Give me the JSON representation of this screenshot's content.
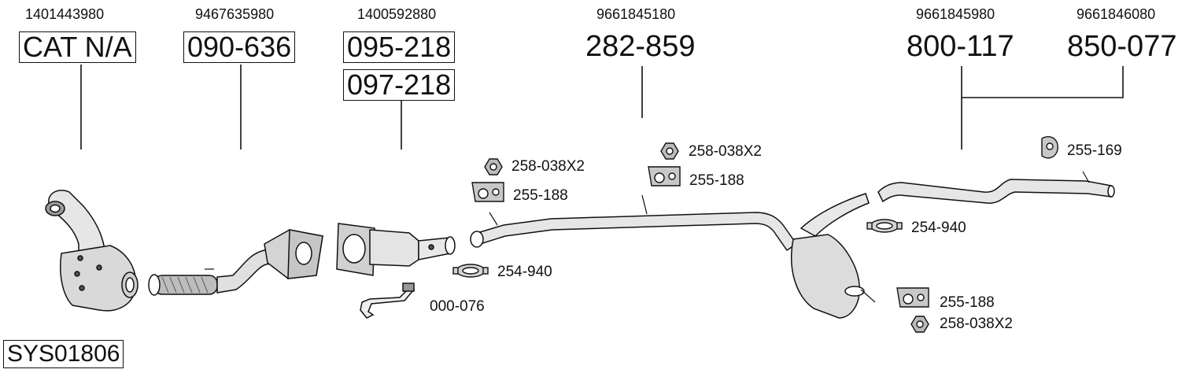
{
  "columns": [
    {
      "oem": "1401443980",
      "parts": [
        "CAT N/A"
      ]
    },
    {
      "oem": "9467635980",
      "parts": [
        "090-636"
      ]
    },
    {
      "oem": "1400592880",
      "parts": [
        "095-218",
        "097-218"
      ]
    },
    {
      "oem": "9661845180",
      "parts": [
        "282-859"
      ]
    },
    {
      "oem": "9661845980",
      "parts": [
        "800-117"
      ]
    },
    {
      "oem": "9661846080",
      "parts": [
        "850-077"
      ]
    }
  ],
  "fitting_labels": {
    "nut_a": "258-038X2",
    "bracket_a": "255-188",
    "nut_b": "258-038X2",
    "bracket_b": "255-188",
    "clamp_a": "254-940",
    "sensor_pipe": "000-076",
    "clamp_b": "254-940",
    "hanger_top": "255-169",
    "bracket_c": "255-188",
    "nut_c": "258-038X2"
  },
  "system_id": "SYS01806"
}
